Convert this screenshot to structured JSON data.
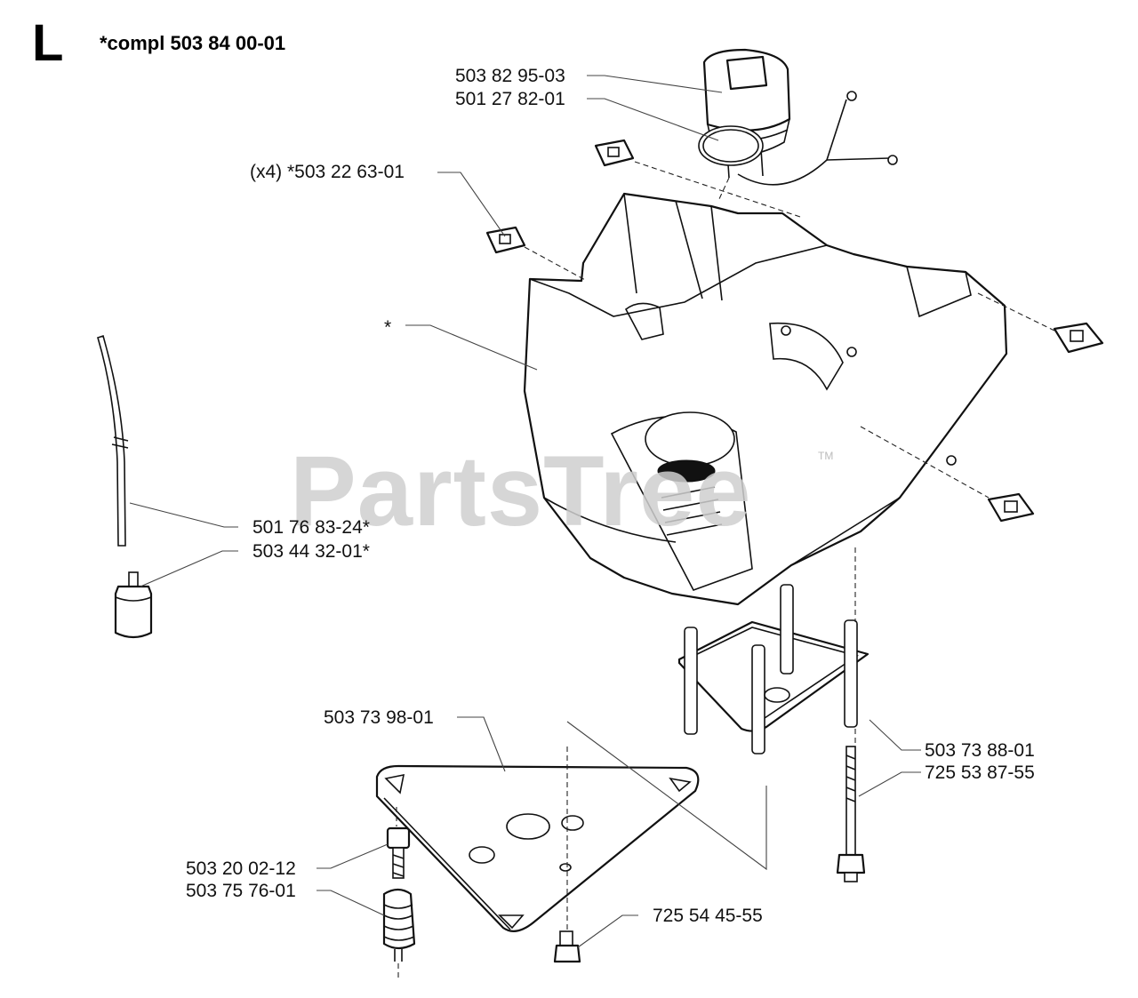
{
  "section_letter": "L",
  "assembly_title": "*compl 503 84 00-01",
  "watermark": "PartsTree",
  "watermark_tm": "TM",
  "callouts": {
    "cap": "503 82 95-03",
    "o_ring": "501 27 82-01",
    "nut_x4": "(x4) *503 22 63-01",
    "tank": "*",
    "hose": "501 76 83-24*",
    "filter": "503 44 32-01*",
    "plate": "503 73 98-01",
    "bracket": "503 73 88-01",
    "long_bolt": "725 53 87-55",
    "screw": "503 20 02-12",
    "buffer": "503 75 76-01",
    "small_screw": "725 54 45-55"
  },
  "icons": {
    "fuel_cap": "fuel-cap-icon",
    "o_ring": "o-ring-icon",
    "square_nut": "square-nut-icon",
    "fuel_tank": "fuel-tank-icon",
    "fuel_hose": "fuel-hose-icon",
    "fuel_filter": "fuel-filter-icon",
    "mounting_bracket": "mounting-bracket-icon",
    "triangular_plate": "triangular-plate-icon",
    "bolt": "bolt-icon",
    "vibration_damper": "vibration-damper-icon"
  }
}
